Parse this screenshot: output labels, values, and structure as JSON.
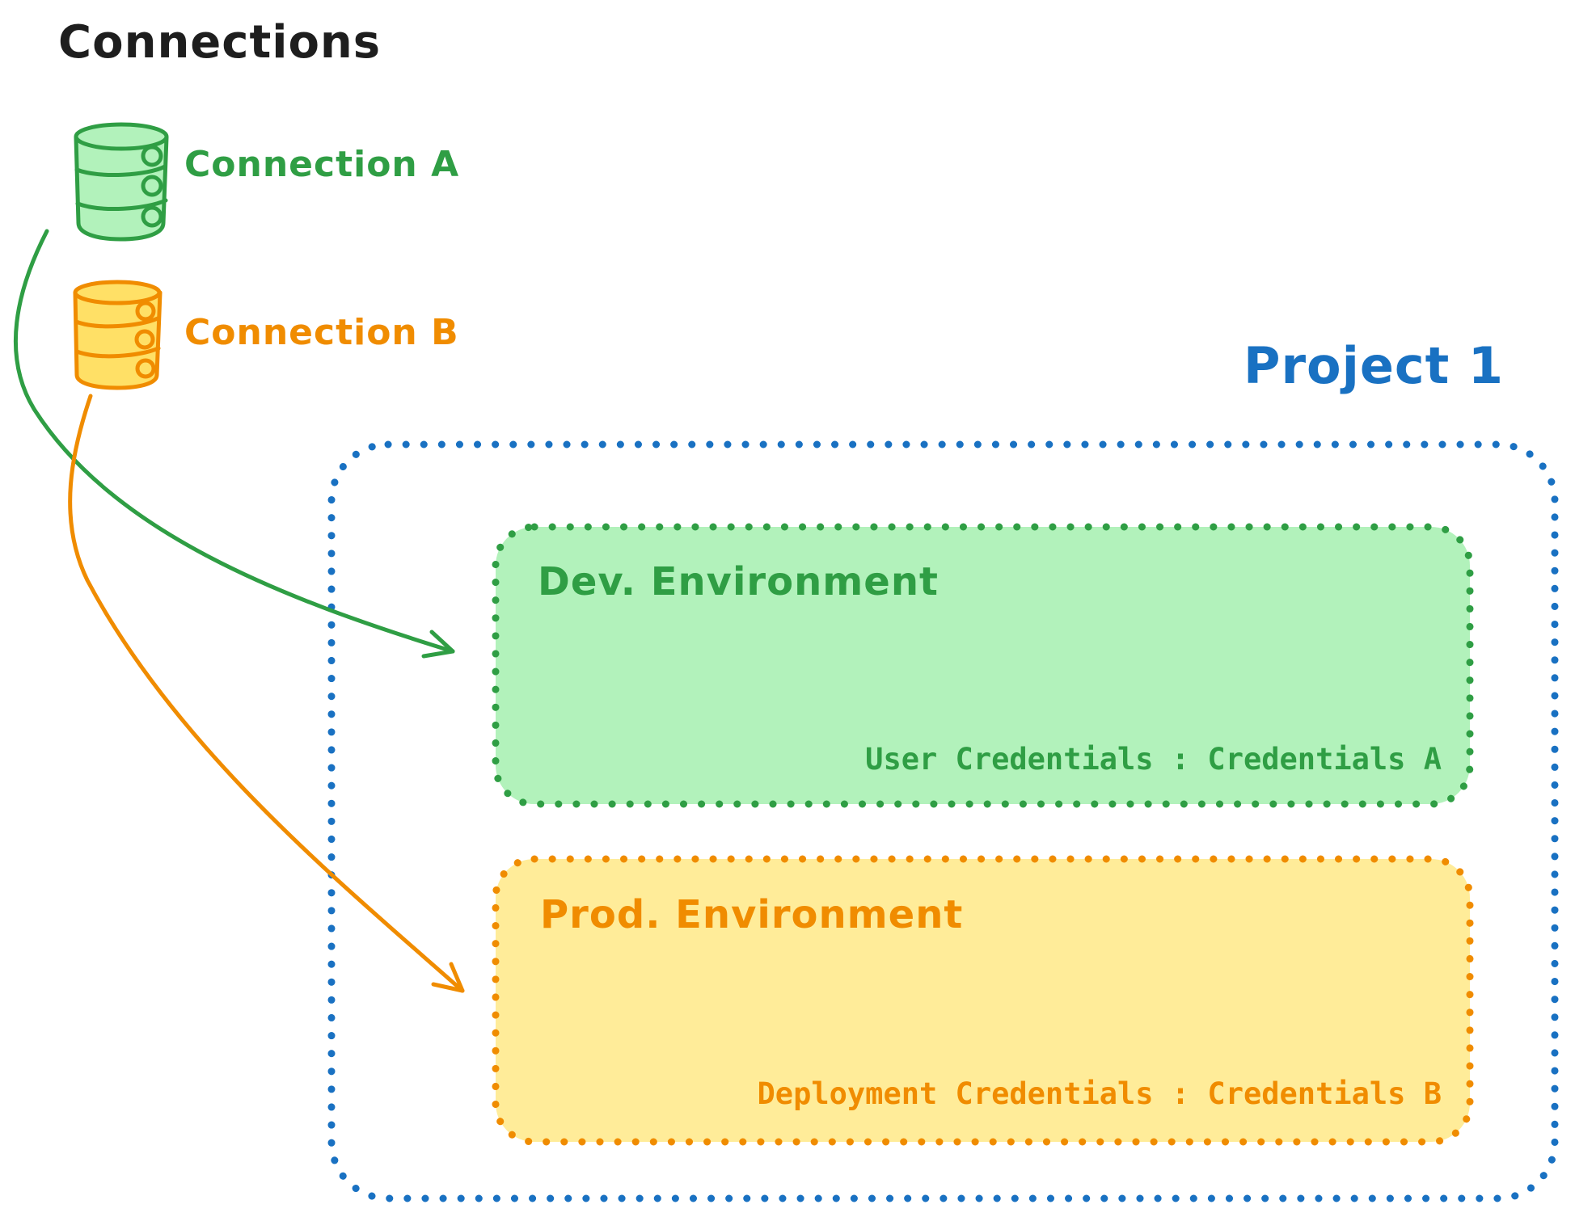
{
  "title": "Connections",
  "colors": {
    "black": "#1e1e1e",
    "green_stroke": "#2f9e44",
    "green_fill": "#b2f2bb",
    "orange_stroke": "#f08c00",
    "orange_box_fill": "#ffec99",
    "orange_cylinder_fill": "#ffe066",
    "blue": "#1971c2"
  },
  "connections": [
    {
      "label": "Connection A",
      "color": "#2f9e44",
      "icon": "database-icon"
    },
    {
      "label": "Connection B",
      "color": "#f08c00",
      "icon": "database-icon"
    }
  ],
  "project": {
    "label": "Project 1",
    "environments": [
      {
        "name": "Dev. Environment",
        "credentials": "User Credentials : Credentials A",
        "source_connection": "Connection A"
      },
      {
        "name": "Prod. Environment",
        "credentials": "Deployment Credentials : Credentials B",
        "source_connection": "Connection B"
      }
    ]
  }
}
